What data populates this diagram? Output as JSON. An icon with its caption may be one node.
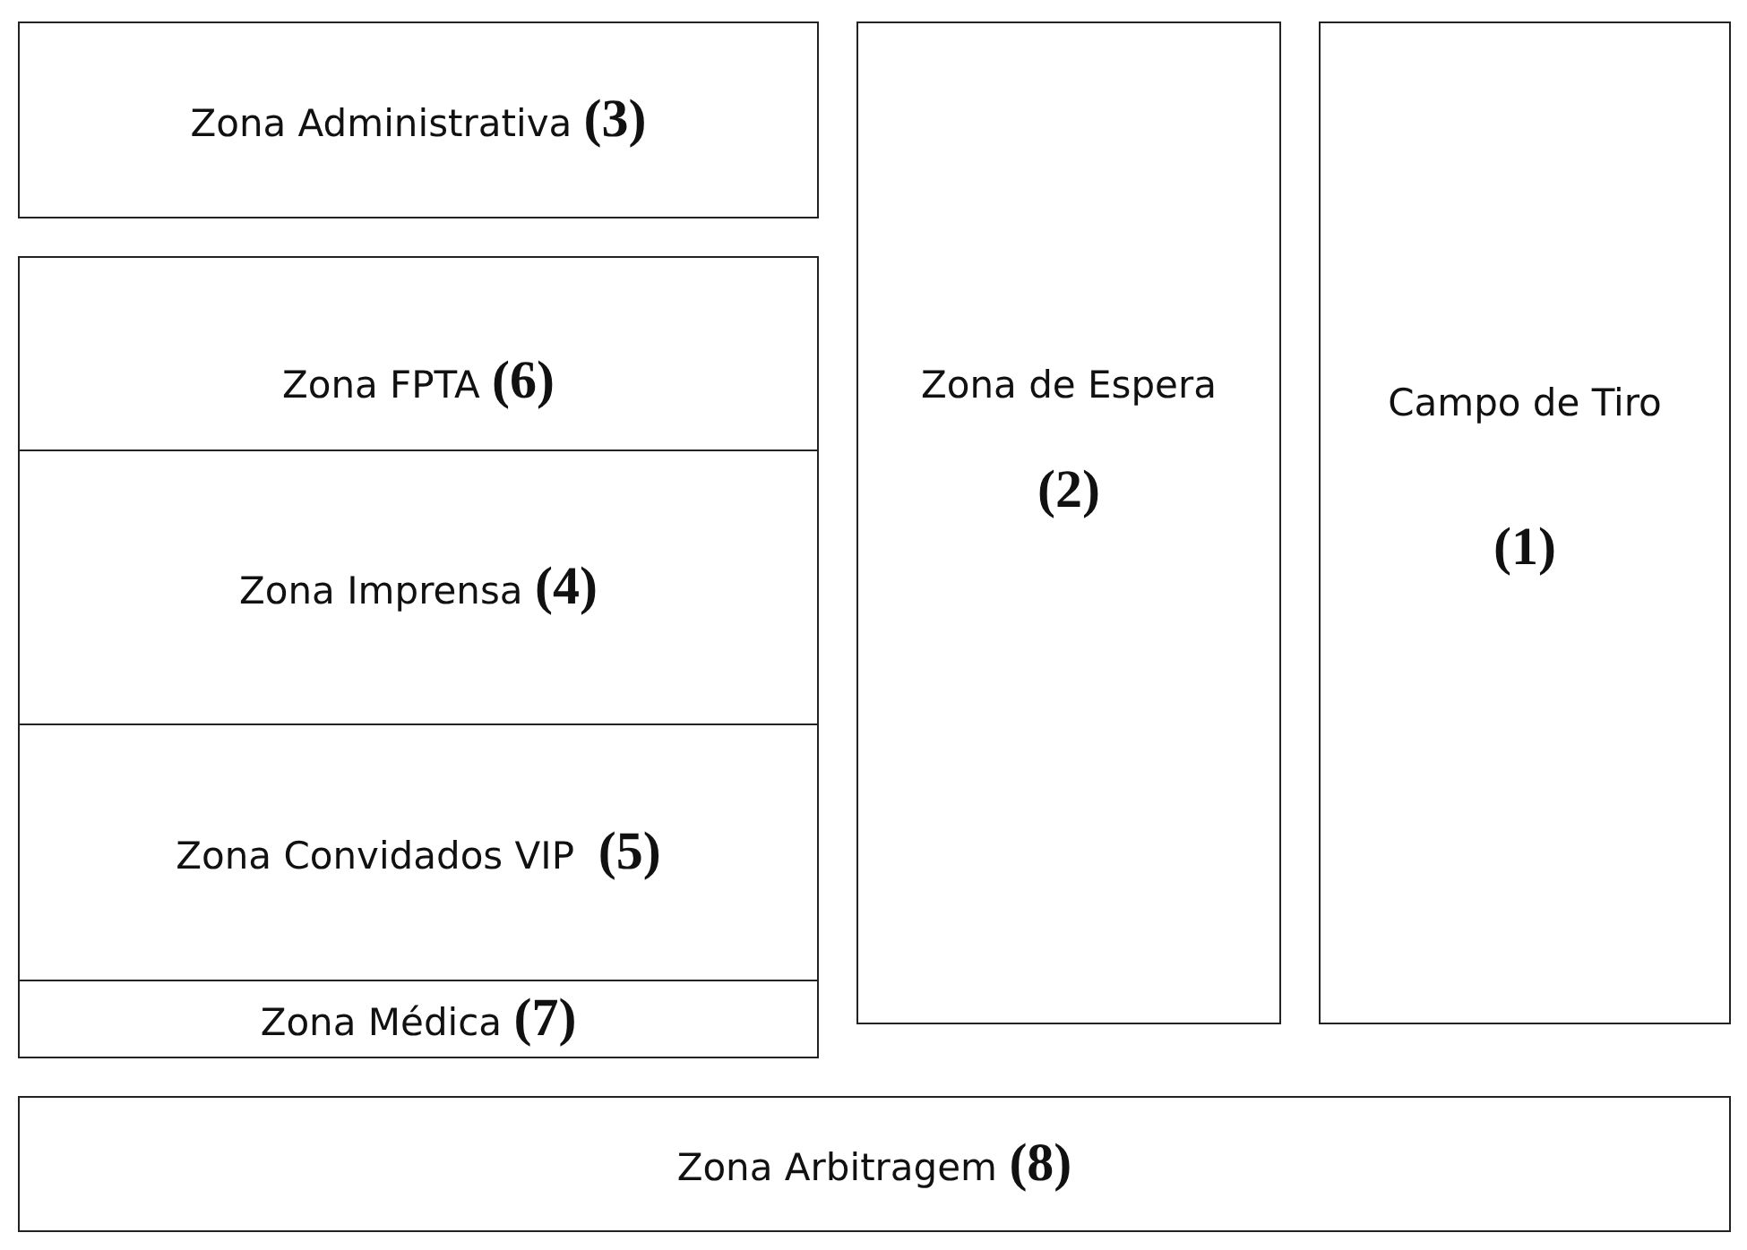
{
  "diagram": {
    "nodes": [
      {
        "text": [
          "Zona Administrativa **(3)**"
        ]
      },
      {
        "text": [
          "Zona de Espera",
          "**(2)**"
        ]
      },
      {
        "text": [
          "Campo de Tiro",
          "**(1)**"
        ]
      },
      {
        "text": [
          "Zona FPTA **(6)**"
        ]
      },
      {
        "text": [
          "Zona Imprensa **(4)**"
        ]
      },
      {
        "text": [
          "Zona Convidados VIP  **(5)**"
        ]
      },
      {
        "text": [
          "Zona Médica **(7)**"
        ]
      },
      {
        "text": [
          "Zona Arbitragem **(8)**"
        ]
      }
    ],
    "edges": []
  }
}
